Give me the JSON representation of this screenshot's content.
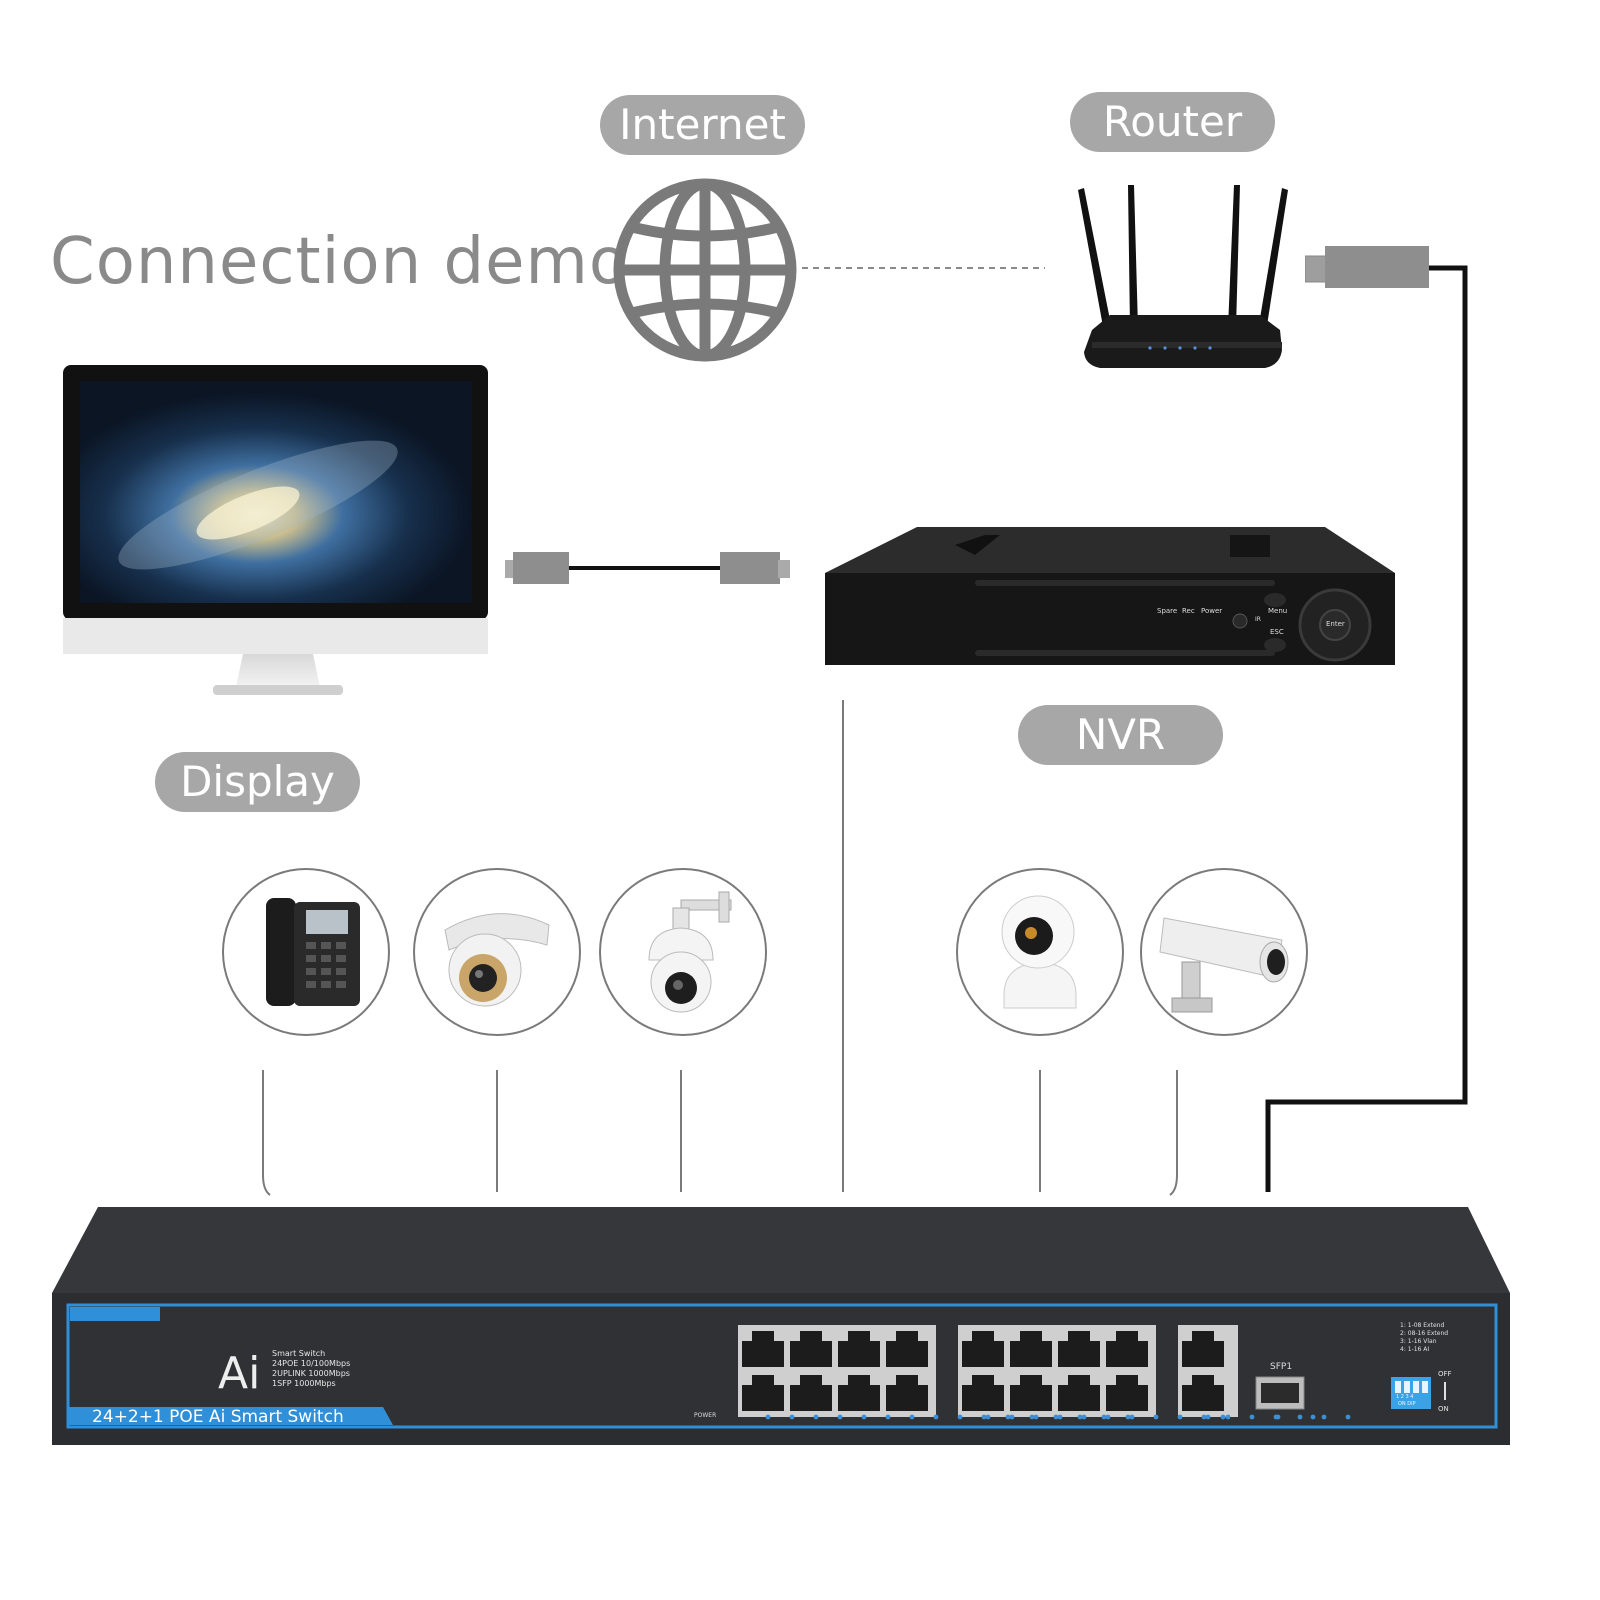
{
  "title": "Connection demo",
  "labels": {
    "internet": "Internet",
    "router": "Router",
    "display": "Display",
    "nvr": "NVR"
  },
  "nvr_panel": {
    "spare": "Spare",
    "rec": "Rec",
    "power": "Power",
    "menu": "Menu",
    "esc": "ESC",
    "enter": "Enter",
    "ir": "IR"
  },
  "switch": {
    "logo": "Ai",
    "spec_lines": [
      "Smart Switch",
      "24POE 10/100Mbps",
      "2UPLINK 1000Mbps",
      "1SFP 1000Mbps"
    ],
    "banner": "24+2+1 POE Ai Smart Switch",
    "power_label": "POWER",
    "sfp_label": "SFP1",
    "dip_notes": [
      "1: 1-08 Extend",
      "2: 08-16 Extend",
      "3: 1-16 Vlan",
      "4: 1-16 AI"
    ],
    "off_label": "OFF",
    "on_label": "ON",
    "dip_numbers": "1 2 3 4",
    "dip_word": "ON DIP"
  },
  "devices": [
    {
      "name": "ip-phone",
      "icon": "phone-icon"
    },
    {
      "name": "dome-camera",
      "icon": "dome-camera-icon"
    },
    {
      "name": "ptz-camera",
      "icon": "ptz-camera-icon"
    },
    {
      "name": "indoor-camera",
      "icon": "indoor-camera-icon"
    },
    {
      "name": "bullet-camera",
      "icon": "bullet-camera-icon"
    }
  ],
  "colors": {
    "pill": "#a7a7a7",
    "title": "#8a8a8a",
    "switch_body": "#2e3033",
    "switch_accent": "#2f8fd8"
  }
}
